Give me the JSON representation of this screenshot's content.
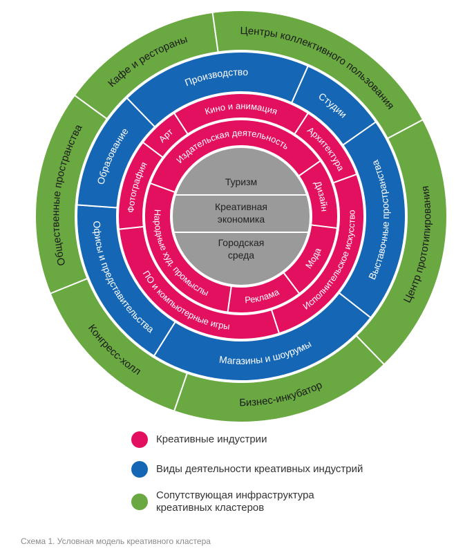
{
  "colors": {
    "green": "#6aa841",
    "blue": "#1567b5",
    "pink": "#e2105f",
    "gray": "#9a9a9a",
    "white": "#ffffff"
  },
  "diagram": {
    "center": {
      "top": "Туризм",
      "middle_line1": "Креативная",
      "middle_line2": "экономика",
      "bottom_line1": "Городская",
      "bottom_line2": "среда"
    },
    "green_ring": [
      {
        "label": "Центры коллективного пользования",
        "start": 352,
        "end": 62
      },
      {
        "label": "Центр прототипирования",
        "start": 62,
        "end": 136
      },
      {
        "label": "Бизнес-инкубатор",
        "start": 136,
        "end": 199
      },
      {
        "label": "Конгресс-холл",
        "start": 199,
        "end": 248
      },
      {
        "label": "Общественные пространства",
        "start": 248,
        "end": 306
      },
      {
        "label": "Кафе и рестораны",
        "start": 306,
        "end": 352
      }
    ],
    "blue_ring": [
      {
        "label": "Производство",
        "start": 316,
        "end": 24
      },
      {
        "label": "Студии",
        "start": 24,
        "end": 55
      },
      {
        "label": "Выставочные пространства",
        "start": 55,
        "end": 128
      },
      {
        "label": "Магазины и шоурумы",
        "start": 128,
        "end": 212
      },
      {
        "label": "Офисы и представительства",
        "start": 212,
        "end": 274
      },
      {
        "label": "Образование",
        "start": 274,
        "end": 316
      }
    ],
    "pink_outer": [
      {
        "label": "Кино и анимация",
        "start": 327,
        "end": 33
      },
      {
        "label": "Архитектура",
        "start": 33,
        "end": 70
      },
      {
        "label": "Исполнительское искусство",
        "start": 70,
        "end": 162
      },
      {
        "label": "ПО и компьютерные игры",
        "start": 162,
        "end": 264
      },
      {
        "label": "Фотография",
        "start": 264,
        "end": 307
      },
      {
        "label": "Арт",
        "start": 307,
        "end": 327
      }
    ],
    "pink_inner": [
      {
        "label": "Издательская деятельность",
        "start": 290,
        "end": 55
      },
      {
        "label": "Дизайн",
        "start": 55,
        "end": 97
      },
      {
        "label": "Мода",
        "start": 97,
        "end": 143
      },
      {
        "label": "Реклама",
        "start": 143,
        "end": 188
      },
      {
        "label": "Народные худ. промыслы",
        "start": 188,
        "end": 290
      }
    ]
  },
  "legend": [
    {
      "color": "#e2105f",
      "line1": "Креативные индустрии",
      "line2": ""
    },
    {
      "color": "#1567b5",
      "line1": "Виды деятельности креативных индустрий",
      "line2": ""
    },
    {
      "color": "#6aa841",
      "line1": "Сопутствующая инфраструктура",
      "line2": "креативных кластеров"
    }
  ],
  "caption": "Схема 1. Условная модель креативного кластера"
}
